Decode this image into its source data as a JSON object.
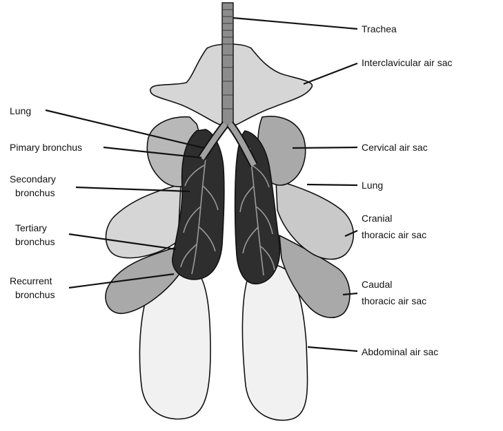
{
  "labels": {
    "trachea": "Trachea",
    "interclavicular": "Interclavicular air sac",
    "lung_left": "Lung",
    "primary_bronchus": "Pimary bronchus",
    "secondary_bronchus_1": "Secondary",
    "secondary_bronchus_2": "bronchus",
    "tertiary_bronchus_1": "Tertiary",
    "tertiary_bronchus_2": "bronchus",
    "recurrent_bronchus_1": "Recurrent",
    "recurrent_bronchus_2": "bronchus",
    "cervical": "Cervical air sac",
    "lung_right": "Lung",
    "cranial_1": "Cranial",
    "cranial_2": "thoracic air sac",
    "caudal_1": "Caudal",
    "caudal_2": "thoracic air sac",
    "abdominal": "Abdominal air sac"
  },
  "colors": {
    "light_sac": "#d6d6d6",
    "mid_sac": "#a9a9a9",
    "lung": "#2e2e2e",
    "abdominal_sac": "#f1f1f1",
    "airway": "#8c8c8c",
    "ink": "#111111"
  }
}
